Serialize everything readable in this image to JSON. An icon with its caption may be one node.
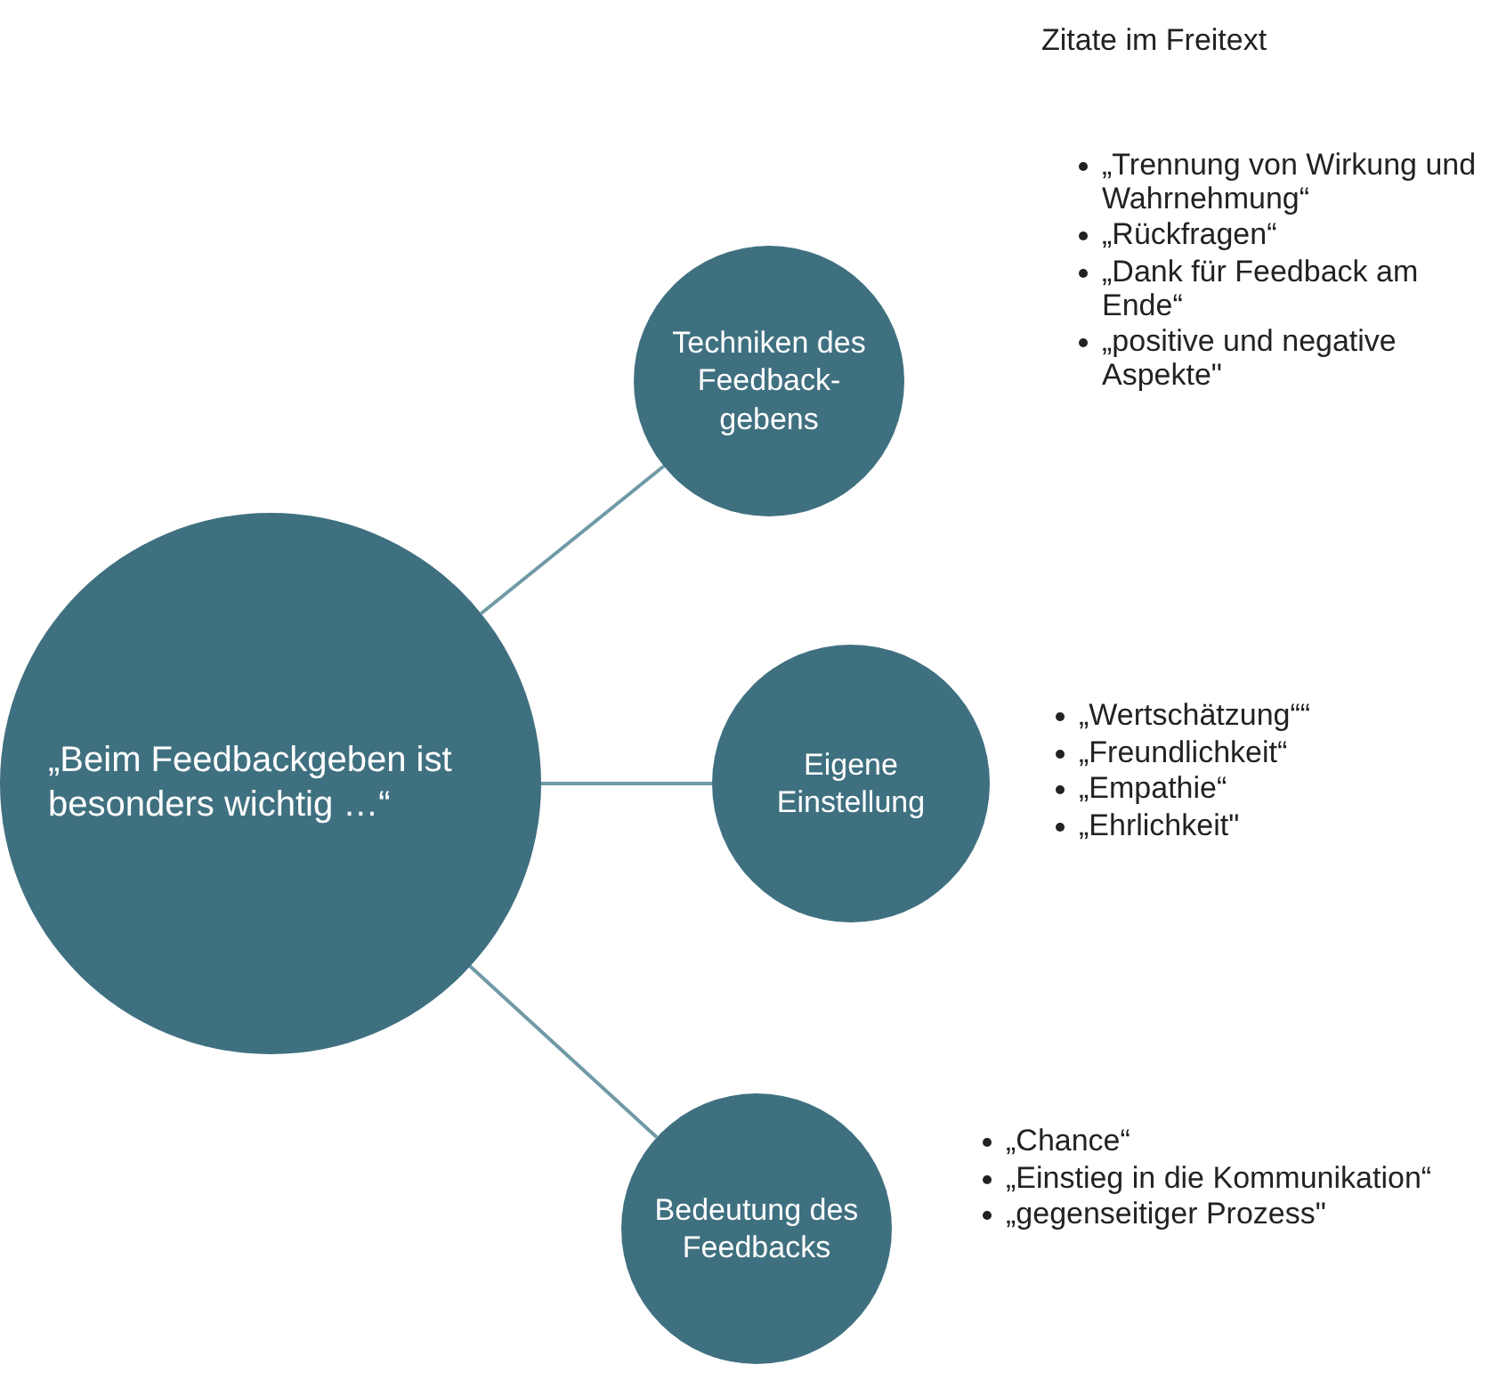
{
  "diagram": {
    "nodes": [
      {
        "text": [
          "„Beim Feedbackgeben ist besonders wichtig …“"
        ]
      },
      {
        "text": [
          "Techniken des Feedback-gebens"
        ],
        "beside": [
          "„Trennung von Wirkung und Wahrnehmung“",
          "„Rückfragen“",
          "„Dank für Feedback am Ende“",
          "„positive und negative Aspekte\""
        ]
      },
      {
        "text": [
          "Eigene Einstellung"
        ],
        "beside": [
          "„Wertschätzung““",
          "„Freundlichkeit“",
          "„Empathie“",
          "„Ehrlichkeit\""
        ]
      },
      {
        "text": [
          "Bedeutung des Feedbacks"
        ],
        "beside": [
          "„Chance“",
          "„Einstieg in die Kommunikation“",
          "„gegenseitiger Prozess\""
        ]
      }
    ],
    "edges": [
      {
        "from": 0,
        "to": 1,
        "arrow": "none"
      },
      {
        "from": 0,
        "to": 2,
        "arrow": "none"
      },
      {
        "from": 0,
        "to": 3,
        "arrow": "none"
      }
    ],
    "labels": [
      "Zitate im Freitext"
    ]
  }
}
